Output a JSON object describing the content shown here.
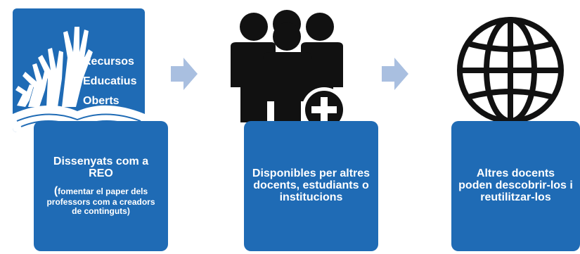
{
  "logo": {
    "lines": [
      "Recursos",
      "Educatius",
      "Oberts"
    ],
    "color": "#1F6BB5"
  },
  "steps": [
    {
      "icon": "oer-logo",
      "title": "Dissenyats com a REO",
      "note_paren": "(",
      "note": "fomentar el paper dels professors com a creadors de continguts)"
    },
    {
      "icon": "people-plus-icon",
      "title": "Disponibles per altres docents, estudiants o institucions"
    },
    {
      "icon": "globe-icon",
      "title": "Altres docents poden descobrir-los i reutilitzar-los"
    }
  ],
  "colors": {
    "box": "#1F6BB5",
    "arrow": "#A9BFE0",
    "icon": "#111111"
  }
}
